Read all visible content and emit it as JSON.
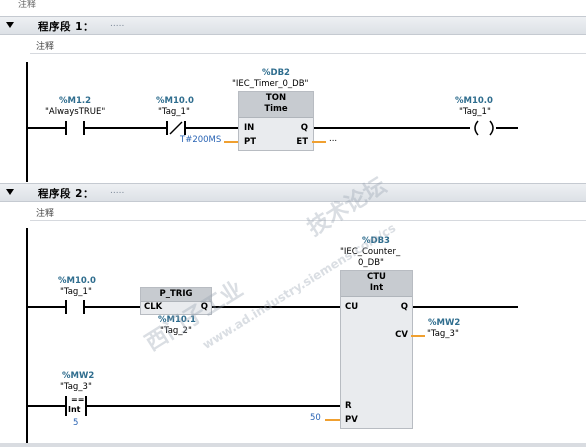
{
  "top_comment": "注释",
  "networks": [
    {
      "title": "程序段 1：",
      "dots": ".....",
      "comment": "注释",
      "contact1": {
        "addr": "%M1.2",
        "sym": "\"AlwaysTRUE\""
      },
      "contact2": {
        "addr": "%M10.0",
        "sym": "\"Tag_1\""
      },
      "timer": {
        "db_addr": "%DB2",
        "db_name": "\"IEC_Timer_0_DB\"",
        "type": "TON",
        "subtype": "Time",
        "in": "IN",
        "q": "Q",
        "pt": "PT",
        "et": "ET",
        "pt_value": "T#200MS",
        "et_value": "..."
      },
      "coil": {
        "addr": "%M10.0",
        "sym": "\"Tag_1\""
      }
    },
    {
      "title": "程序段 2：",
      "dots": ".....",
      "comment": "注释",
      "contact1": {
        "addr": "%M10.0",
        "sym": "\"Tag_1\""
      },
      "ptrig": {
        "name": "P_TRIG",
        "clk": "CLK",
        "q": "Q",
        "addr": "%M10.1",
        "sym": "\"Tag_2\""
      },
      "counter": {
        "db_addr": "%DB3",
        "db_name1": "\"IEC_Counter_",
        "db_name2": "0_DB\"",
        "type": "CTU",
        "subtype": "Int",
        "cu": "CU",
        "q": "Q",
        "r": "R",
        "pv": "PV",
        "cv": "CV",
        "pv_value": "50"
      },
      "cv_out": {
        "addr": "%MW2",
        "sym": "\"Tag_3\""
      },
      "compare": {
        "addr": "%MW2",
        "sym": "\"Tag_3\"",
        "op": "==",
        "dtype": "Int",
        "value": "5"
      }
    }
  ],
  "watermark": {
    "line1": "西门子工业",
    "line2": "技术论坛",
    "url": "www.ad.industry.siemens.com/cs"
  }
}
